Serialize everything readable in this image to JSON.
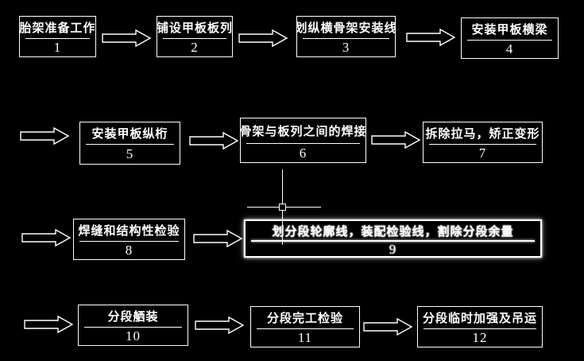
{
  "app": {
    "background_color": "#000000",
    "line_color": "#ffffff",
    "description": "CAD flowchart of deck block assembly process"
  },
  "icons": {
    "flow_arrow": "hollow-right-arrow-outline",
    "cursor": "crosshair-with-pickbox"
  },
  "flowchart": {
    "boxes": [
      {
        "title": "胎架准备工作",
        "number": "1"
      },
      {
        "title": "铺设甲板板列",
        "number": "2"
      },
      {
        "title": "划纵横骨架安装线",
        "number": "3"
      },
      {
        "title": "安装甲板横梁",
        "number": "4"
      },
      {
        "title": "安装甲板纵桁",
        "number": "5"
      },
      {
        "title": "骨架与板列之间的焊接",
        "number": "6"
      },
      {
        "title": "拆除拉马，矫正变形",
        "number": "7"
      },
      {
        "title": "焊缝和结构性检验",
        "number": "8"
      },
      {
        "title": "划分段轮廓线，装配检验线，割除分段余量",
        "number": "9",
        "highlighted": true
      },
      {
        "title": "分段舾装",
        "number": "10"
      },
      {
        "title": "分段完工检验",
        "number": "11"
      },
      {
        "title": "分段临时加强及吊运",
        "number": "12"
      }
    ]
  }
}
